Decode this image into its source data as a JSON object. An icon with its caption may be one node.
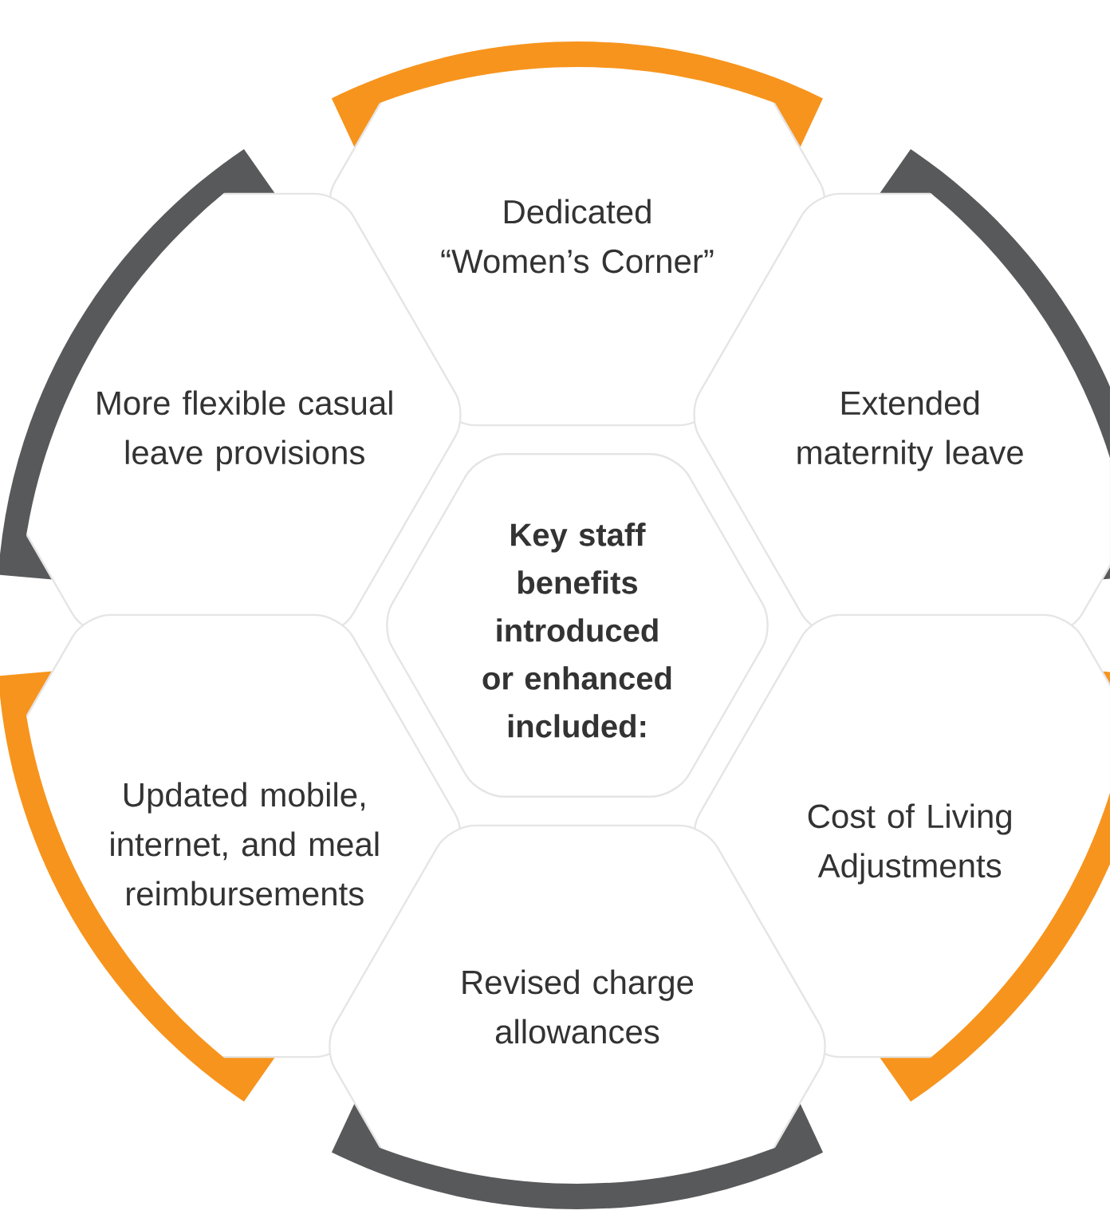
{
  "diagram": {
    "nodes": [
      {
        "text": [
          "Key staff benefits introduced or enhanced included:"
        ]
      },
      {
        "text": [
          "Dedicated “Women’s Corner”"
        ]
      },
      {
        "text": [
          "More flexible casual leave provisions"
        ]
      },
      {
        "text": [
          "Extended maternity leave"
        ]
      },
      {
        "text": [
          "Updated mobile, internet, and meal reimbursements"
        ]
      },
      {
        "text": [
          "Cost of Living Adjustments"
        ]
      },
      {
        "text": [
          "Revised charge allowances"
        ]
      }
    ]
  }
}
